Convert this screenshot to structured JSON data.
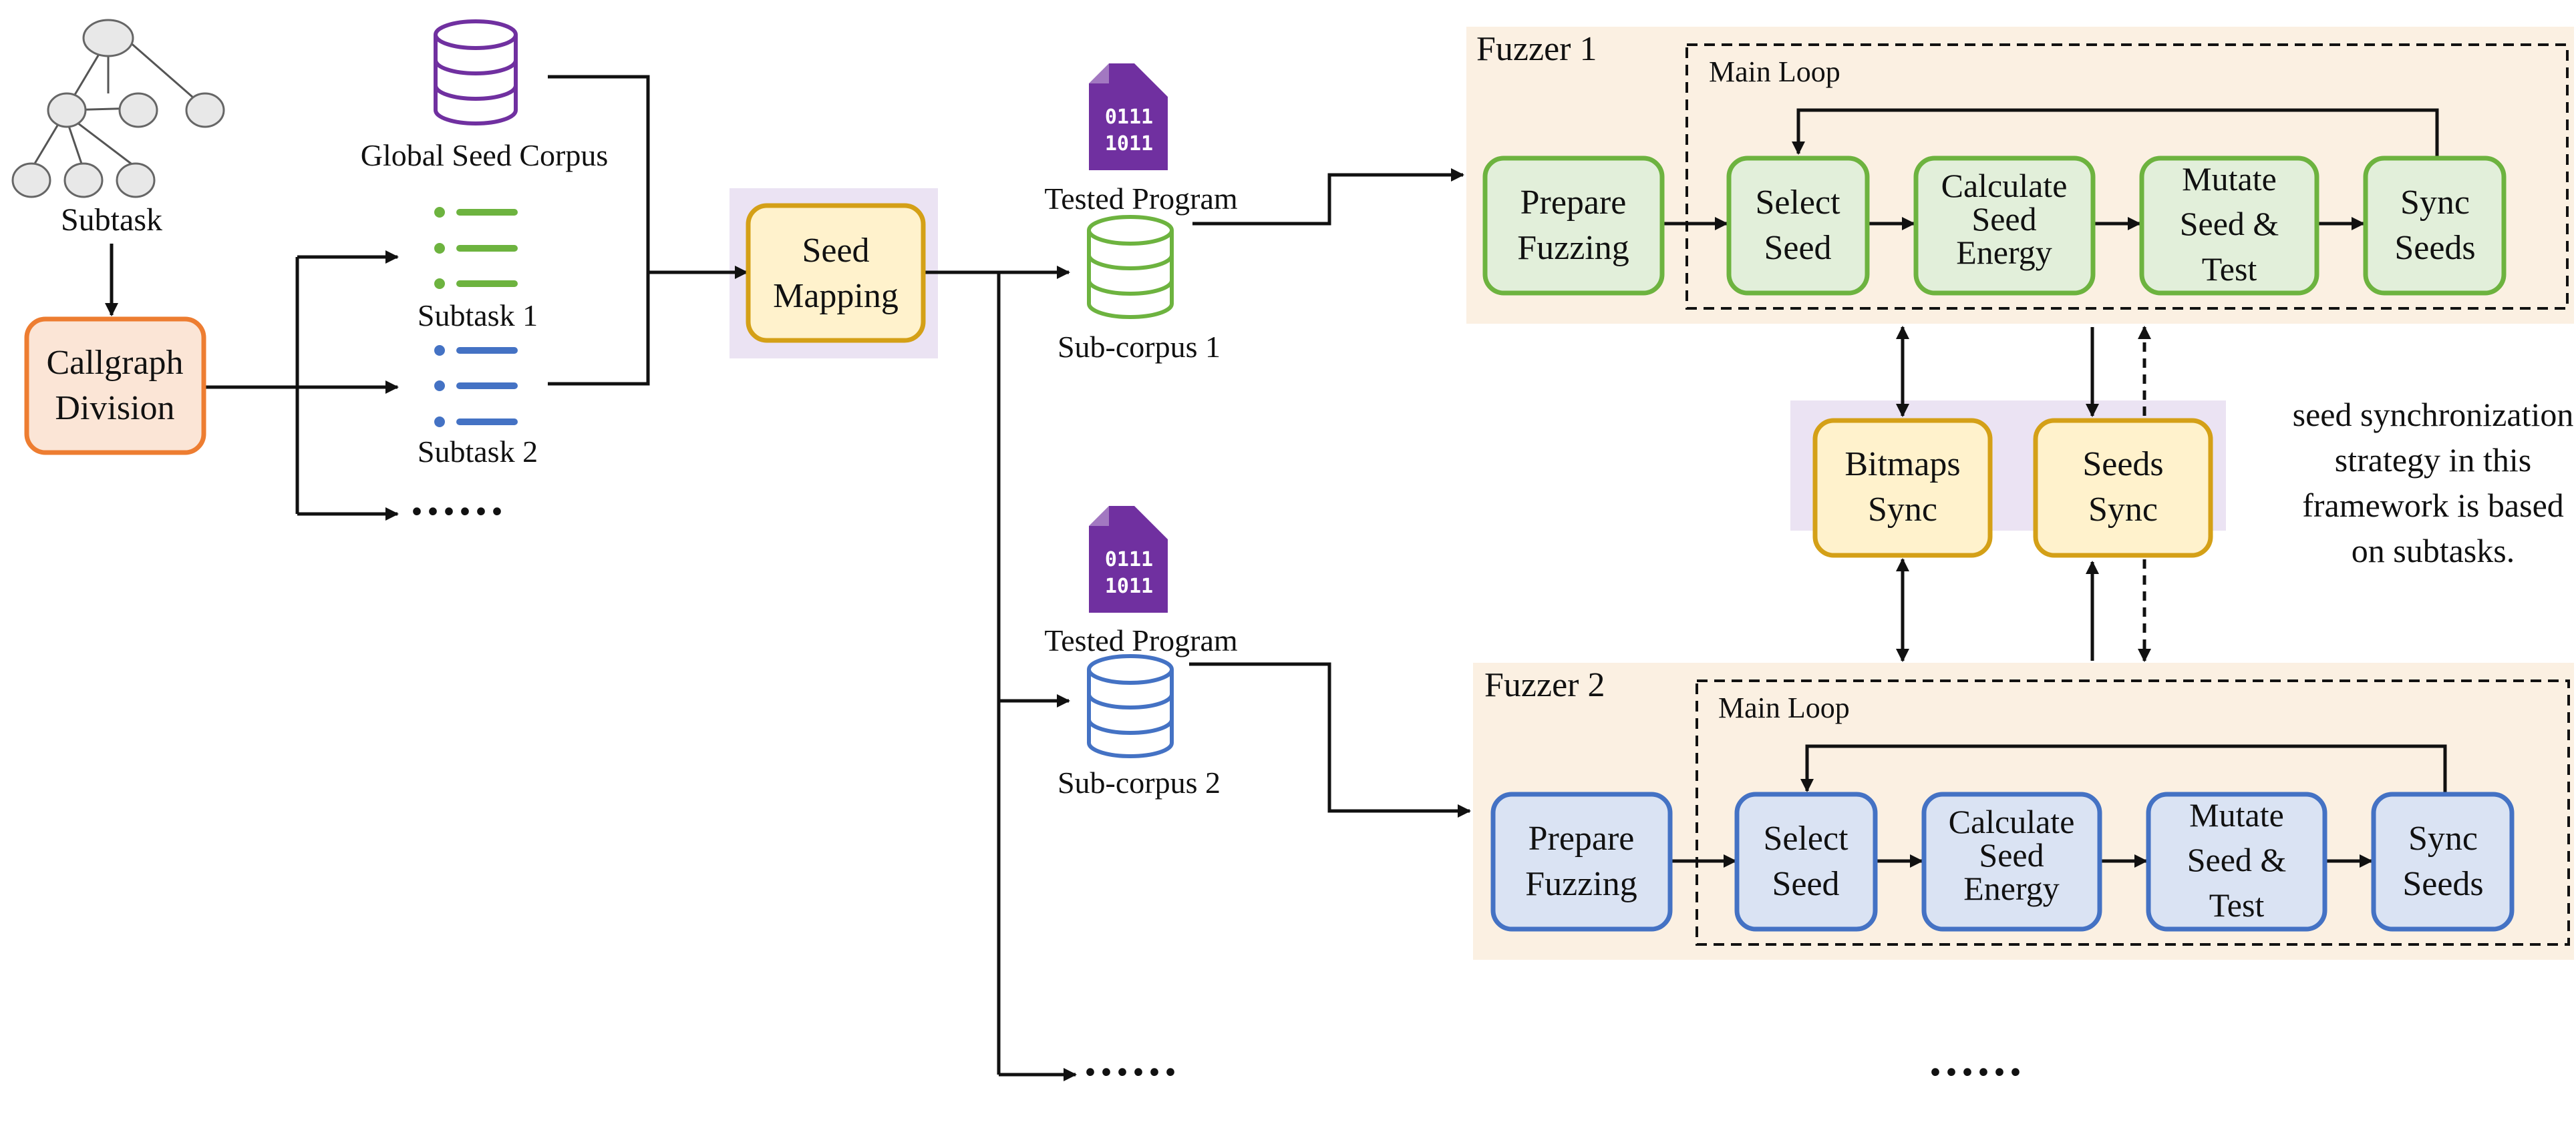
{
  "colors": {
    "green_border": "#6db33f",
    "green_fill": "#e2efda",
    "blue_border": "#4472c4",
    "blue_fill": "#dae3f3",
    "gold_border": "#d4a017",
    "gold_fill": "#fff2cc",
    "orange_border": "#ed7d31",
    "orange_fill": "#fbe5d6",
    "lavender": "#ebe3f3",
    "panel_fill": "#fbf0e2",
    "purple": "#7030a0",
    "tree_node_fill": "#e8e8e8"
  },
  "left": {
    "tree_label": "Subtask",
    "division_lines": [
      "Callgraph",
      "Division"
    ],
    "global_corpus": "Global Seed Corpus",
    "subtask1": "Subtask 1",
    "subtask2": "Subtask 2",
    "more": "······"
  },
  "mapping_lines": [
    "Seed",
    "Mapping"
  ],
  "program1": {
    "icon_lines": [
      "0111",
      "1011"
    ],
    "label": "Tested Program",
    "corpus": "Sub-corpus 1"
  },
  "program2": {
    "icon_lines": [
      "0111",
      "1011"
    ],
    "label": "Tested Program",
    "corpus": "Sub-corpus 2"
  },
  "more_bottom": "······",
  "more_right": "······",
  "fuzzer1": {
    "title": "Fuzzer 1",
    "loop": "Main Loop",
    "prepare": [
      "Prepare",
      "Fuzzing"
    ],
    "select": [
      "Select",
      "Seed"
    ],
    "energy": [
      "Calculate",
      "Seed",
      "Energy"
    ],
    "mutate": [
      "Mutate",
      "Seed &",
      "Test"
    ],
    "sync": [
      "Sync",
      "Seeds"
    ]
  },
  "fuzzer2": {
    "title": "Fuzzer 2",
    "loop": "Main Loop",
    "prepare": [
      "Prepare",
      "Fuzzing"
    ],
    "select": [
      "Select",
      "Seed"
    ],
    "energy": [
      "Calculate",
      "Seed",
      "Energy"
    ],
    "mutate": [
      "Mutate",
      "Seed &",
      "Test"
    ],
    "sync": [
      "Sync",
      "Seeds"
    ]
  },
  "bitmaps_sync": [
    "Bitmaps",
    "Sync"
  ],
  "seeds_sync": [
    "Seeds",
    "Sync"
  ],
  "note_lines": [
    "seed synchronization",
    "strategy in this",
    "framework is based",
    "on subtasks."
  ]
}
